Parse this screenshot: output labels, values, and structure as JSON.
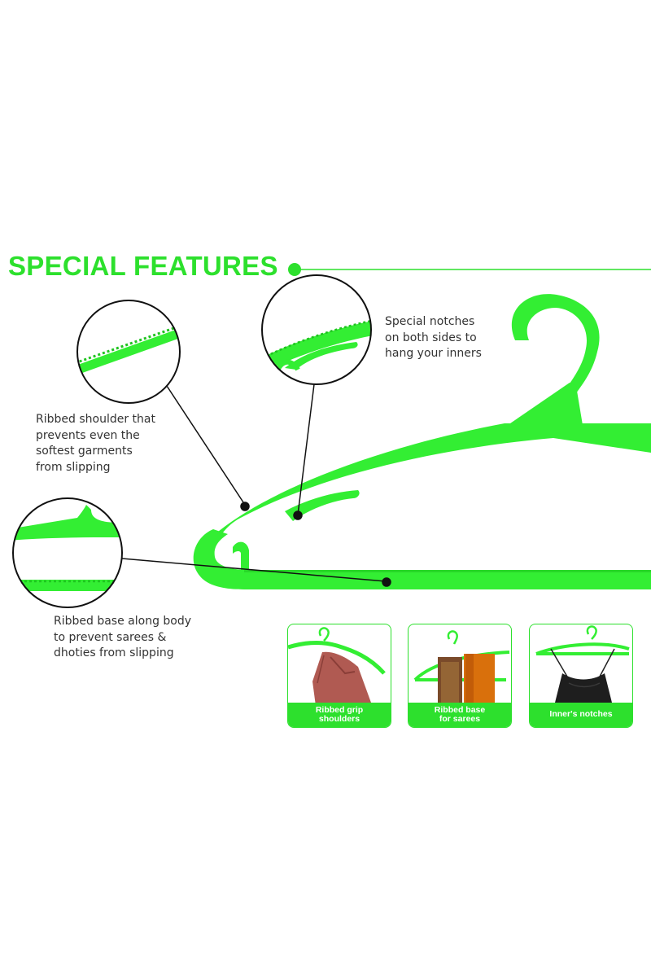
{
  "heading": "SPECIAL FEATURES",
  "callouts": {
    "shoulder": "Ribbed shoulder that\nprevents even the\nsoftest garments\nfrom slipping",
    "notches": "Special notches\non both sides to\nhang your inners",
    "base": "Ribbed base along body\nto prevent sarees &\ndhoties from slipping"
  },
  "cards": [
    {
      "label": "Ribbed grip\nshoulders"
    },
    {
      "label": "Ribbed base\nfor sarees"
    },
    {
      "label": "Inner's notches"
    }
  ],
  "colors": {
    "accent": "#2de02d",
    "text": "#333333",
    "line": "#111111"
  }
}
